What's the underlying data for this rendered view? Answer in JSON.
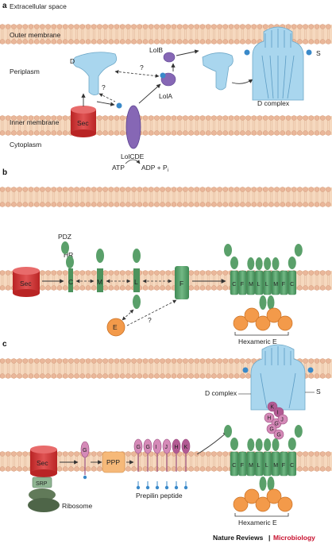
{
  "panel_a": {
    "letter": "a",
    "extracellular": "Extracellular space",
    "outer_membrane": "Outer membrane",
    "periplasm": "Periplasm",
    "inner_membrane": "Inner membrane",
    "cytoplasm": "Cytoplasm",
    "d_label": "D",
    "sec": "Sec",
    "lolb": "LolB",
    "lola": "LolA",
    "lolcde": "LolCDE",
    "atp": "ATP",
    "adp": "ADP + P",
    "adp_sub": "i",
    "d_complex": "D complex",
    "s_label": "S",
    "question": "?"
  },
  "panel_b": {
    "letter": "b",
    "pdz": "PDZ",
    "hr": "HR",
    "sec": "Sec",
    "c": "C",
    "m": "M",
    "l": "L",
    "f": "F",
    "e": "E",
    "question": "?",
    "complex_letters": [
      "C",
      "F",
      "M",
      "L",
      "L",
      "M",
      "F",
      "C"
    ],
    "hexameric_e": "Hexameric E"
  },
  "panel_c": {
    "letter": "c",
    "d_complex": "D complex",
    "s_label": "S",
    "sec": "Sec",
    "srp": "SRP",
    "ribosome": "Ribosome",
    "g": "G",
    "ppp": "PPP",
    "pilins": [
      "G",
      "G",
      "I",
      "J",
      "H",
      "K"
    ],
    "prepilin": "Prepilin peptide",
    "complex_letters": [
      "C",
      "F",
      "M",
      "L",
      "L",
      "M",
      "F",
      "C"
    ],
    "hexameric_e": "Hexameric E",
    "pilus_letters": [
      "K",
      "I",
      "H",
      "G",
      "J",
      "G",
      "G"
    ]
  },
  "credit": {
    "journal": "Nature Reviews",
    "separator": "|",
    "section": "Microbiology"
  },
  "colors": {
    "membrane_fill": "#f6d9bf",
    "lipid_head": "#eab79a",
    "sec_red": "#d33a3a",
    "green": "#5aa06a",
    "light_blue": "#a9d6ee",
    "purple": "#8667b5",
    "orange": "#f39a4a",
    "pink": "#d58ab8"
  }
}
